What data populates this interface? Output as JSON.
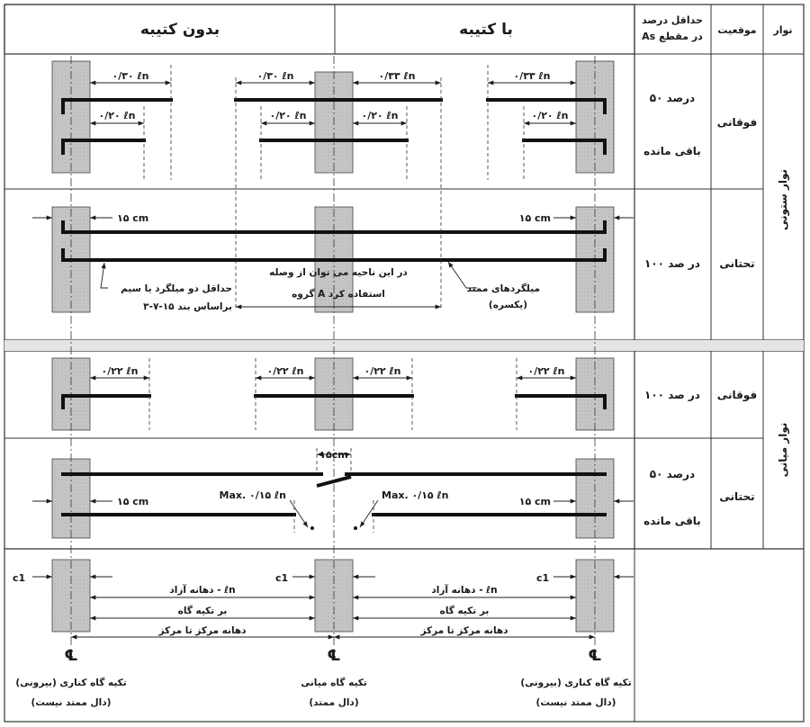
{
  "headers": {
    "without_drop_panel": "بدون کتیبه",
    "with_drop_panel": "با کتیبه",
    "min_as_line1": "حداقل درصد",
    "min_as_line2": "As در مقطع",
    "position": "موقعیت",
    "strip": "نوار"
  },
  "strips": {
    "column_strip": "نوار ستونی",
    "middle_strip": "نوار میانی"
  },
  "rows": {
    "cs_top": {
      "position": "فوقانی",
      "percent_line1": "۵۰ درصد",
      "percent_line2": "باقی مانده"
    },
    "cs_bottom": {
      "position": "تحتانی",
      "percent_line1": "۱۰۰ در صد"
    },
    "ms_top": {
      "position": "فوقانی",
      "percent_line1": "۱۰۰ در صد"
    },
    "ms_bottom": {
      "position": "تحتانی",
      "percent_line1": "۵۰ درصد",
      "percent_line2": "باقی مانده"
    }
  },
  "dims": {
    "d030": "۰/۳۰ ℓn",
    "d033": "۰/۳۳ ℓn",
    "d020": "۰/۲۰ ℓn",
    "d022": "۰/۲۲ ℓn",
    "cm15": "۱۵ cm",
    "max015": "Max. ۰/۱۵ ℓn",
    "cm15_lap": "۱۵cm"
  },
  "notes": {
    "splice_l1": "در این ناحیه می توان از وصله",
    "splice_l2": "گروه A استفاده کرد",
    "min_bars_l1": "حداقل دو میلگرد یا سیم",
    "min_bars_l2": "براساس بند ۱۵-۷-۳",
    "cont_l1": "میلگردهای ممتد",
    "cont_l2": "(یکسره)"
  },
  "bottom": {
    "c1": "c1",
    "clear_span": "دهانه آزاد - ℓn",
    "on_support": "بر تکیه گاه",
    "center_span": "دهانه مرکز تا مرکز",
    "cl": "℄",
    "ext_support_l1": "تکیه گاه کناری (بیرونی)",
    "ext_support_l2": "(دال ممتد نیست)",
    "int_support_l1": "تکیه گاه میانی",
    "int_support_l2": "(دال ممتد)"
  }
}
